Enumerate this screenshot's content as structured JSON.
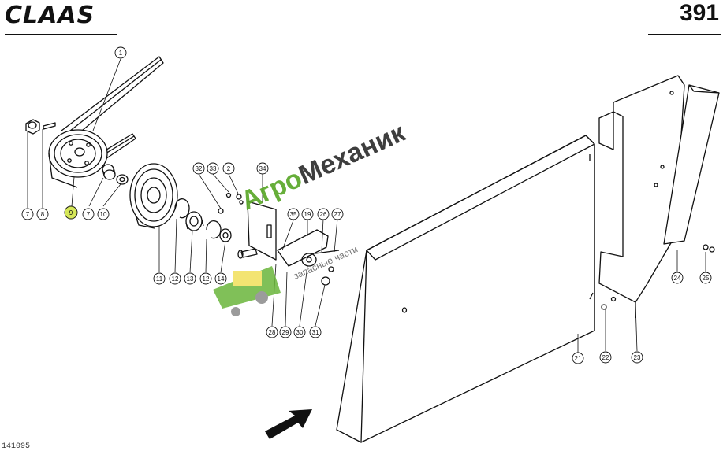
{
  "header": {
    "brand": "CLAAS",
    "page_number": "391"
  },
  "watermark": {
    "name": "АгроМеханик",
    "highlight": "Агро",
    "rest": "Механик",
    "subtitle": "запасные части"
  },
  "callouts": {
    "c1": "1",
    "c7a": "7",
    "c8": "8",
    "c9": "9",
    "c7b": "7",
    "c10": "10",
    "c11": "11",
    "c12a": "12",
    "c13": "13",
    "c12b": "12",
    "c14": "14",
    "c32": "32",
    "c33": "33",
    "c2": "2",
    "c34": "34",
    "c35": "35",
    "c19": "19",
    "c26": "26",
    "c27": "27",
    "c28": "28",
    "c29": "29",
    "c30": "30",
    "c31": "31",
    "c21": "21",
    "c22": "22",
    "c23": "23",
    "c24": "24",
    "c25": "25"
  },
  "highlighted_callout": "9",
  "colors": {
    "line": "#111111",
    "highlight": "#d6e85a",
    "accent": "#5aa829"
  },
  "footer": "141095"
}
